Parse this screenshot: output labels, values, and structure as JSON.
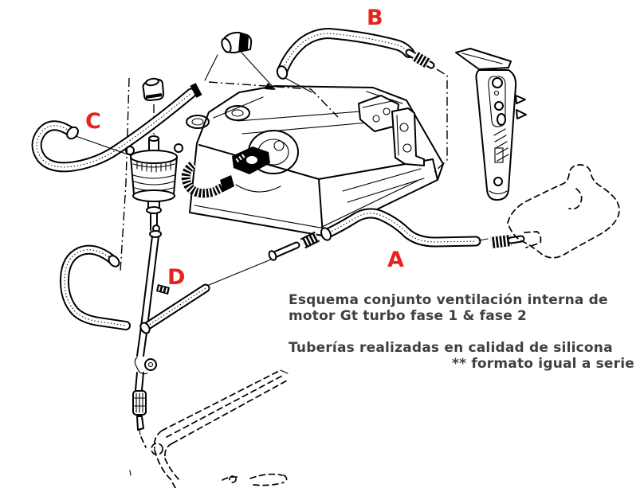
{
  "labels": {
    "a": "A",
    "b": "B",
    "c": "C",
    "d": "D"
  },
  "caption": {
    "line1": "Esquema conjunto ventilación interna de",
    "line2": "motor Gt turbo fase 1 & fase 2",
    "line3": "Tuberías realizadas en calidad de silicona",
    "line4": "** formato igual a serie"
  },
  "colors": {
    "line": "#000000",
    "label_red": "#e6231e",
    "caption_gray": "#3f3f3f",
    "background": "#ffffff"
  }
}
